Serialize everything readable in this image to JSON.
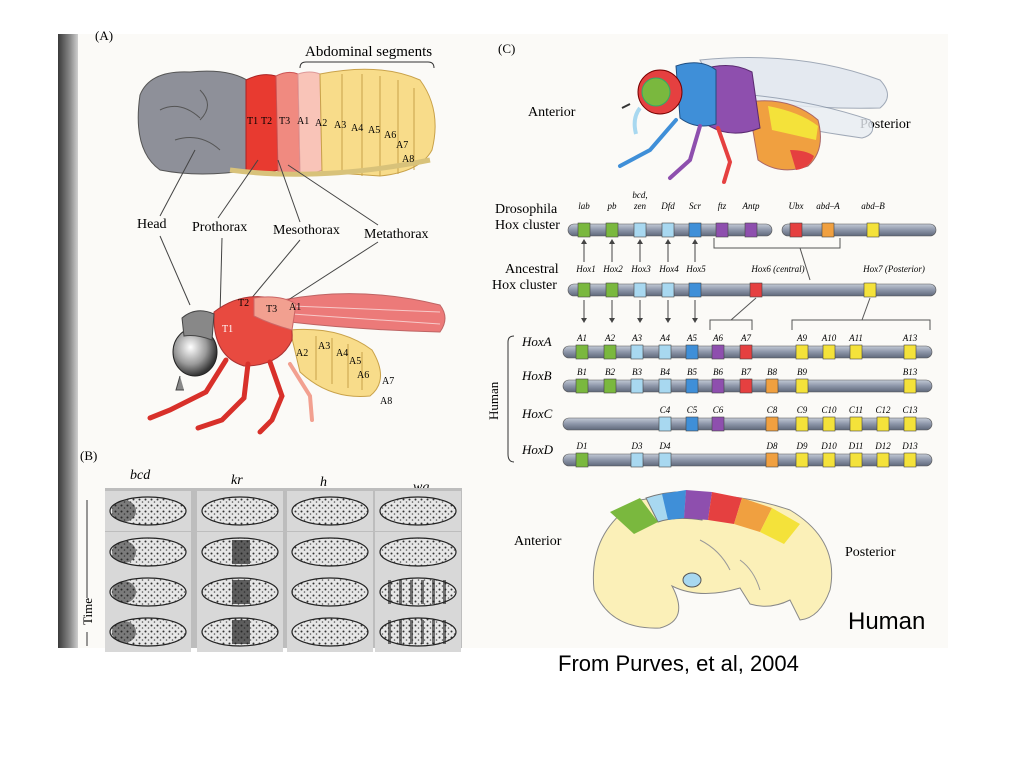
{
  "panel_a": {
    "letter": "(A)",
    "abdominal_segments": "Abdominal segments",
    "regions": {
      "head": "Head",
      "prothorax": "Prothorax",
      "mesothorax": "Mesothorax",
      "metathorax": "Metathorax"
    },
    "larva_segments": [
      "T1",
      "T2",
      "T3",
      "A1",
      "A2",
      "A3",
      "A4",
      "A5",
      "A6",
      "A7",
      "A8"
    ],
    "fly_segments": [
      "T1",
      "T2",
      "T3",
      "A1",
      "A2",
      "A3",
      "A4",
      "A5",
      "A6",
      "A7",
      "A8"
    ]
  },
  "panel_b": {
    "letter": "(B)",
    "genes": [
      "bcd",
      "kr",
      "h",
      "wg"
    ],
    "time_label": "Time"
  },
  "panel_c": {
    "letter": "(C)",
    "anterior": "Anterior",
    "posterior": "Posterior",
    "drosophila_label": [
      "Drosophila",
      "Hox cluster"
    ],
    "drosophila_genes": [
      "lab",
      "pb",
      "bcd,",
      "zen",
      "Dfd",
      "Scr",
      "ftz",
      "Antp",
      "Ubx",
      "abd–A",
      "abd–B"
    ],
    "ancestral_label": [
      "Ancestral",
      "Hox cluster"
    ],
    "ancestral_genes": [
      "Hox1",
      "Hox2",
      "Hox3",
      "Hox4",
      "Hox5",
      "Hox6 (central)",
      "Hox7 (Posterior)"
    ],
    "human_label": "Human",
    "rows": [
      {
        "name": "HoxA",
        "genes": [
          "A1",
          "A2",
          "A3",
          "A4",
          "A5",
          "A6",
          "A7",
          "A9",
          "A10",
          "A11",
          "A13"
        ]
      },
      {
        "name": "HoxB",
        "genes": [
          "B1",
          "B2",
          "B3",
          "B4",
          "B5",
          "B6",
          "B7",
          "B8",
          "B9",
          "B13"
        ]
      },
      {
        "name": "HoxC",
        "genes": [
          "C4",
          "C5",
          "C6",
          "C8",
          "C9",
          "C10",
          "C11",
          "C12",
          "C13"
        ]
      },
      {
        "name": "HoxD",
        "genes": [
          "D1",
          "D3",
          "D4",
          "D8",
          "D9",
          "D10",
          "D11",
          "D12",
          "D13"
        ]
      }
    ],
    "embryo_anterior": "Anterior",
    "embryo_posterior": "Posterior"
  },
  "captions": {
    "human": "Human",
    "credit": "From Purves, et al, 2004"
  },
  "colors": {
    "green": "#7ab83e",
    "lightblue": "#a8d8f0",
    "blue": "#3f8fd8",
    "purple": "#8e4fae",
    "red": "#e54040",
    "orange": "#f0a040",
    "yellow": "#f4e23a",
    "gray": "#8c95a8"
  }
}
